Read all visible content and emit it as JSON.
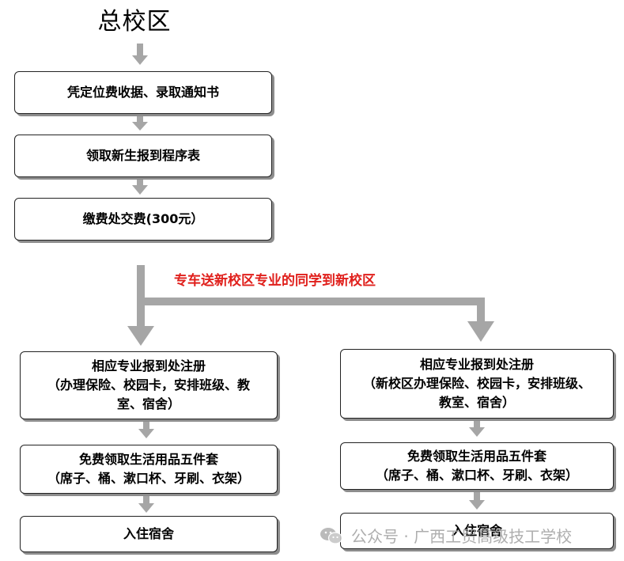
{
  "title": "总校区",
  "left_steps": [
    {
      "lines": [
        "凭定位费收据、录取通知书"
      ]
    },
    {
      "lines": [
        "领取新生报到程序表"
      ]
    },
    {
      "lines": [
        "缴费处交费(300元）"
      ]
    }
  ],
  "branch_note": "专车送新校区专业的同学到新校区",
  "left_branch": [
    {
      "lines": [
        "相应专业报到处注册",
        "（办理保险、校园卡，安排班级、教",
        "室、宿舍）"
      ]
    },
    {
      "lines": [
        "免费领取生活用品五件套",
        "（席子、桶、漱口杯、牙刷、衣架）"
      ]
    },
    {
      "lines": [
        "入住宿舍"
      ]
    }
  ],
  "right_branch": [
    {
      "lines": [
        "相应专业报到处注册",
        "（新校区办理保险、校园卡，安排班级、",
        "教室、宿舍）"
      ]
    },
    {
      "lines": [
        "免费领取生活用品五件套",
        "（席子、桶、漱口杯、牙刷、衣架）"
      ]
    },
    {
      "lines": [
        "入住宿舍"
      ]
    }
  ],
  "watermark": "公众号 · 广西工贸高级技工学校",
  "colors": {
    "arrow": "#a6a6a6",
    "note": "#e0201c",
    "border": "#222222"
  }
}
